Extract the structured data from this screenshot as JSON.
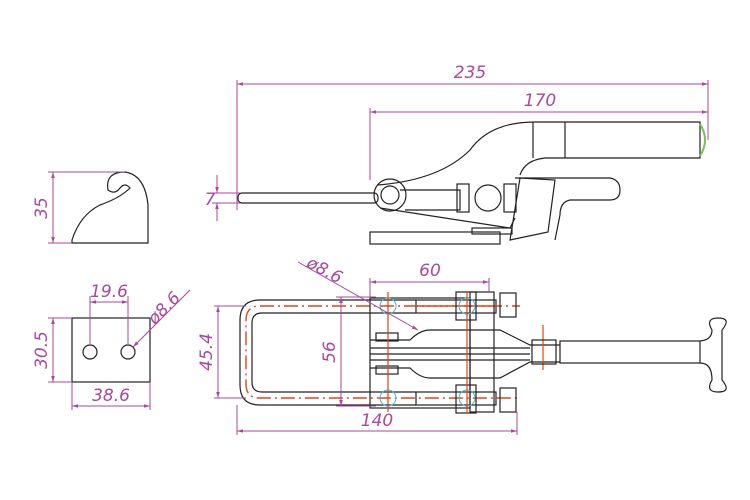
{
  "colors": {
    "outline": "#222222",
    "dimension": "#a8489e",
    "centerline": "#e0441c",
    "hole": "#4ab8d0"
  },
  "dimensions": {
    "overall_length": "235",
    "handle_length": "170",
    "rod_height": "7",
    "hook_height": "35",
    "hole_spacing": "19.6",
    "block_hole_dia": "ø8.6",
    "block_height": "30.5",
    "block_width": "38.6",
    "base_hole_dia": "ø8.6",
    "base_hole_spacing": "60",
    "loop_width": "45.4",
    "base_width": "56",
    "plan_length": "140"
  }
}
